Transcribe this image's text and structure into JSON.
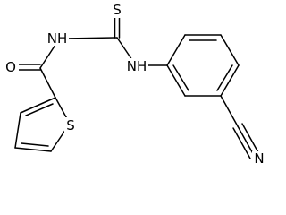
{
  "atoms": {
    "sulfur_thione": "S",
    "nh_left": "NH",
    "nh_right": "NH",
    "oxygen": "O",
    "sulfur_thiophene": "S",
    "nitrile_nitrogen": "N"
  },
  "colors": {
    "bond": "#000000",
    "label": "#000000",
    "background": "#ffffff"
  }
}
